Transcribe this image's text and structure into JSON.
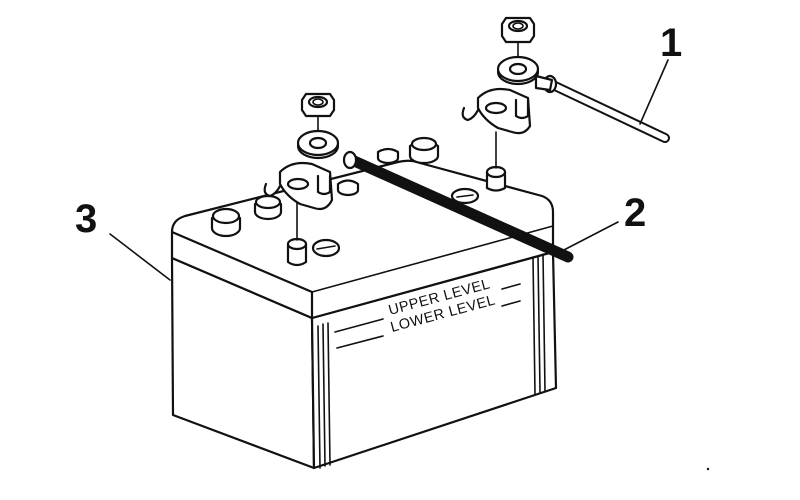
{
  "diagram": {
    "callouts": {
      "one": "1",
      "two": "2",
      "three": "3"
    },
    "level_marks": {
      "upper": "UPPER LEVEL",
      "lower": "LOWER LEVEL"
    }
  }
}
